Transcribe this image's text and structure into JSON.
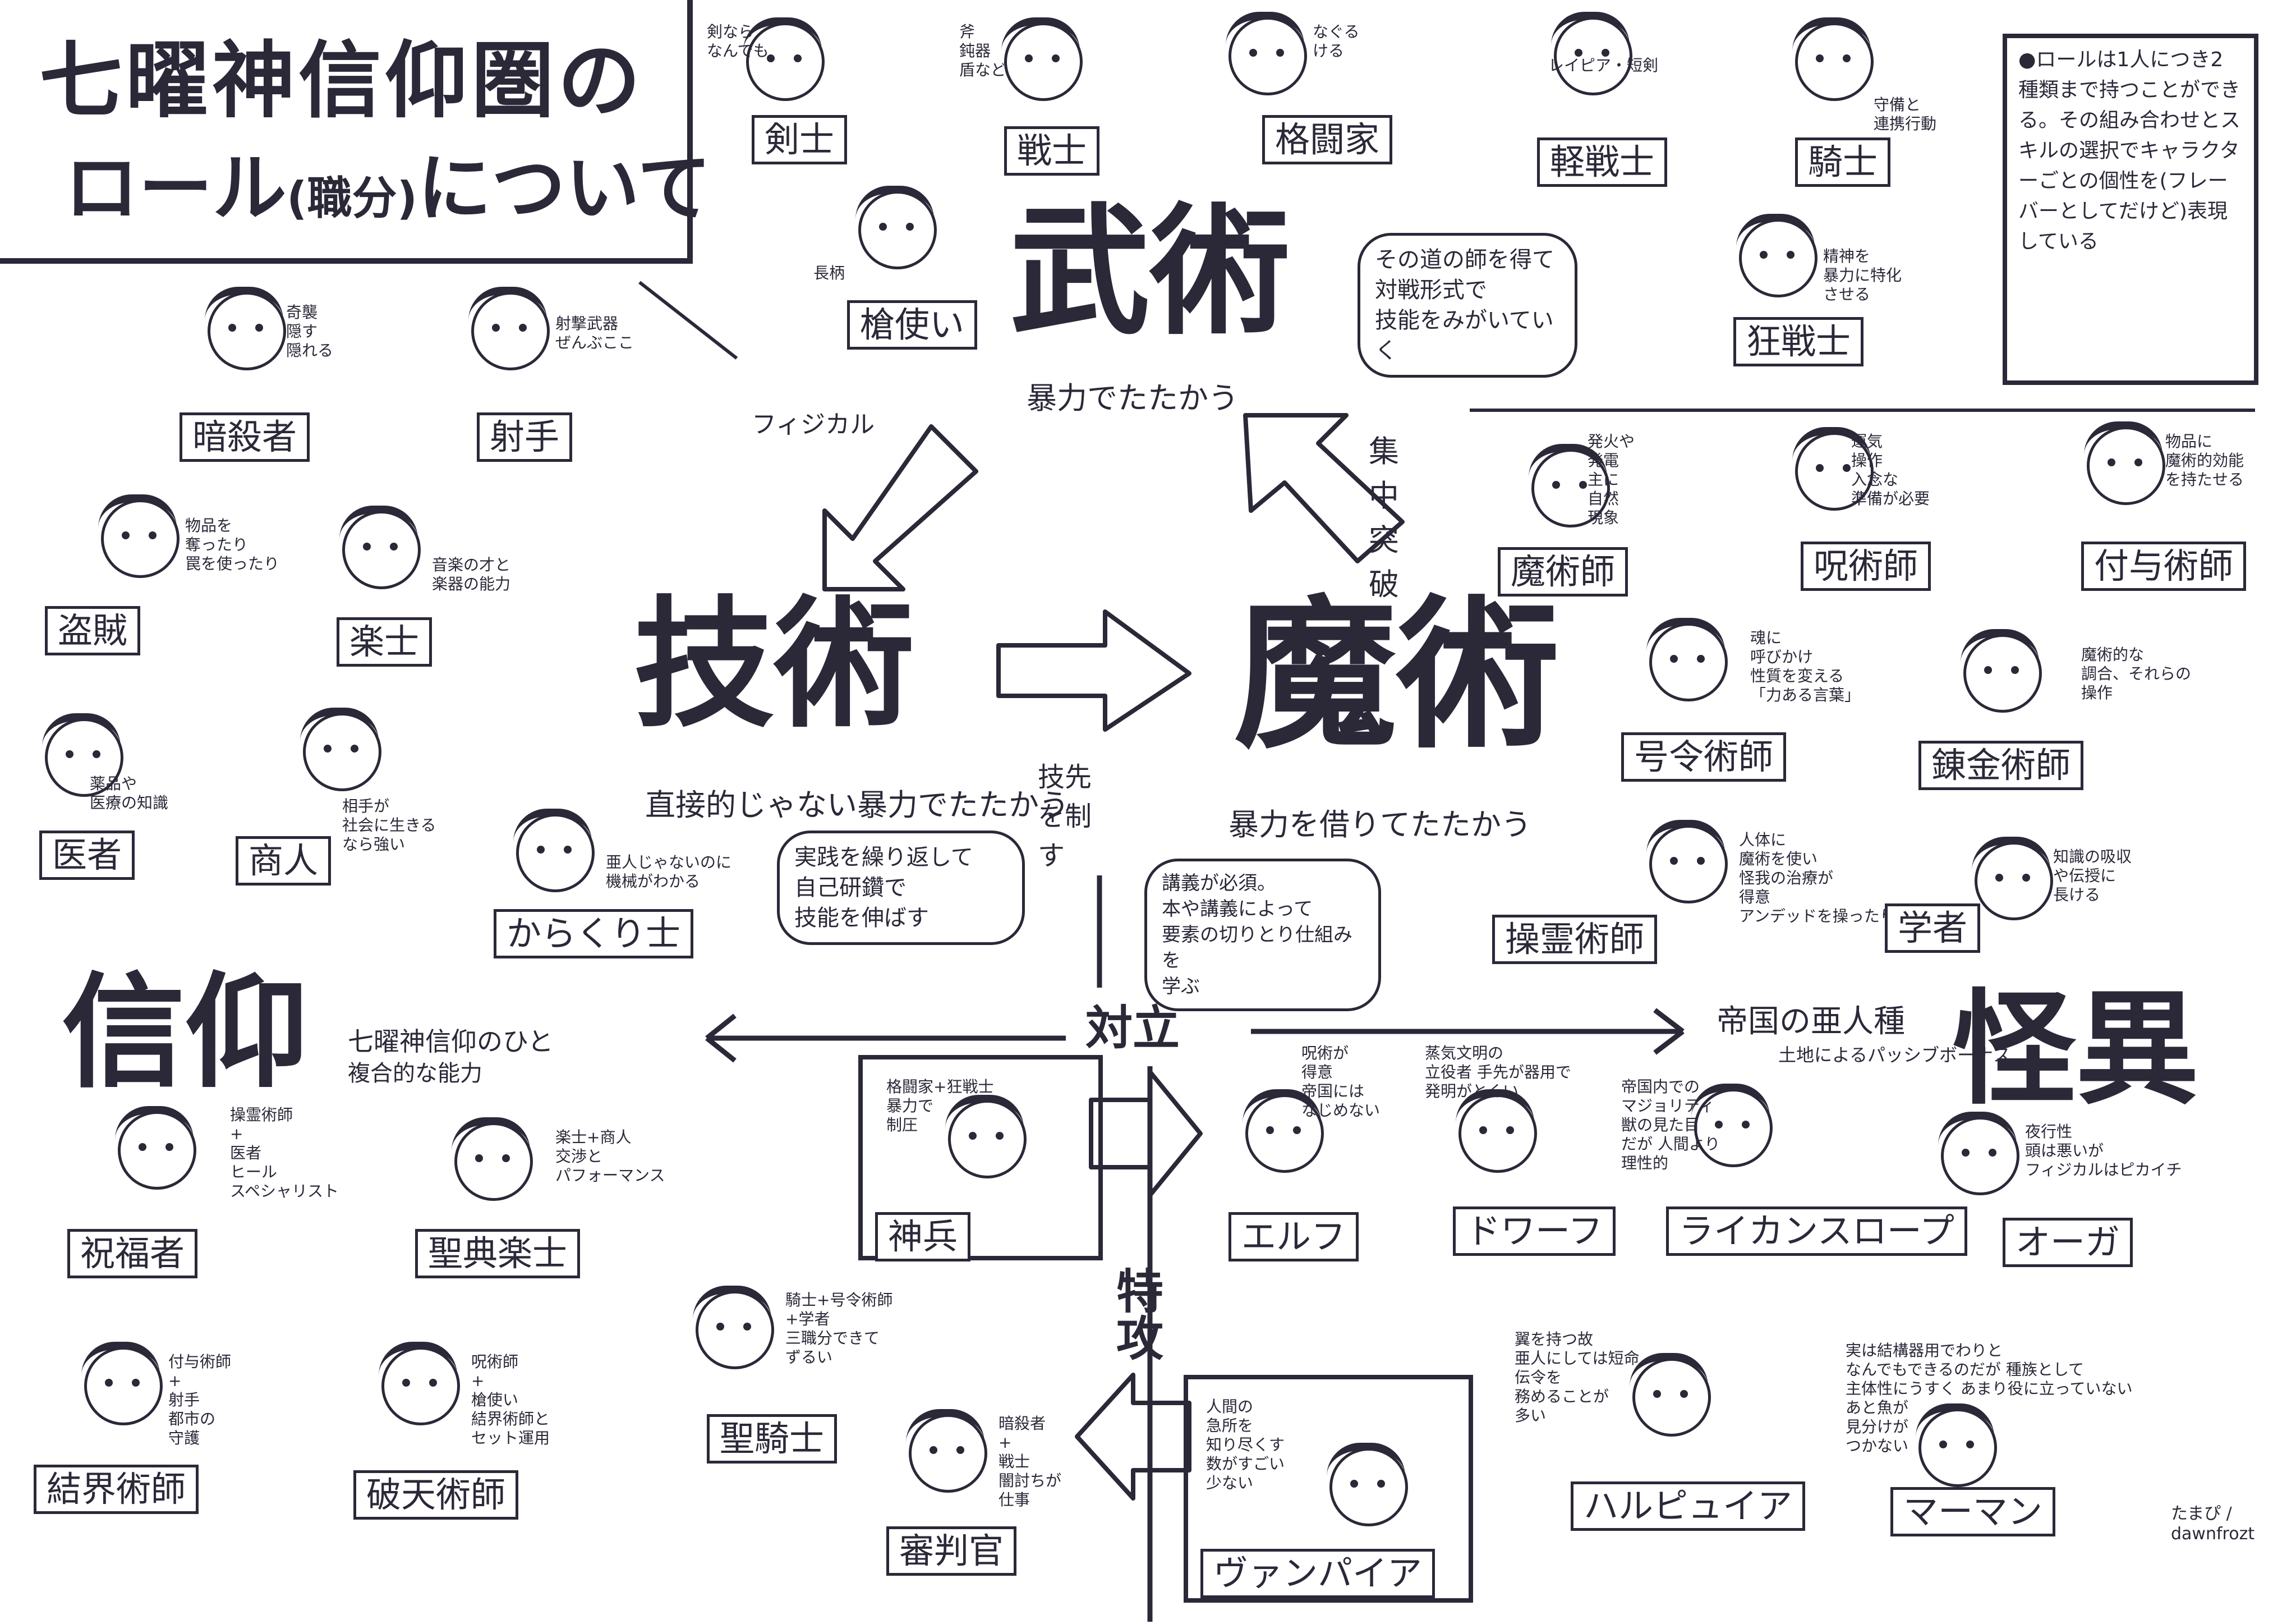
{
  "title": {
    "line1": "七曜神信仰圏の",
    "line2": "ロール",
    "line2_paren": "(職分)",
    "line2_tail": "について"
  },
  "note": {
    "text": "●ロールは1人につき2種類まで持つことができる。その組み合わせとスキルの選択でキャラクターごとの個性を(フレーバーとしてだけど)表現している"
  },
  "categories": {
    "bujutsu": {
      "label": "武術",
      "sub": "暴力でたたかう"
    },
    "gijutsu": {
      "label": "技術",
      "sub": "直接的じゃない暴力でたたかう"
    },
    "majutsu": {
      "label": "魔術",
      "sub": "暴力を借りてたたかう"
    },
    "shinko": {
      "label": "信仰",
      "sub1": "七曜神信仰のひと",
      "sub2": "複合的な能力"
    },
    "kaii": {
      "label": "怪異",
      "sub1": "帝国の亜人種",
      "sub2": "土地によるパッシブボーナス"
    }
  },
  "arrows": {
    "physical": "フィジカル",
    "focus": "集中突破",
    "skill_tip": "技先を制す",
    "oppose": "対立",
    "special": "特攻"
  },
  "bubbles": {
    "bujutsu": "その道の師を得て\n対戦形式で\n技能をみがいていく",
    "gijutsu": "実践を繰り返して\n自己研鑽で\n技能を伸ばす",
    "majutsu": "講義が必須。\n本や講義によって\n要素の切りとり仕組みを\n学ぶ"
  },
  "roles": [
    {
      "id": "kenshi",
      "label": "剣士",
      "ann": "剣なら\nなんでも"
    },
    {
      "id": "senshi",
      "label": "戦士",
      "ann": "斧\n鈍器\n盾など"
    },
    {
      "id": "kakutouka",
      "label": "格闘家",
      "ann": "なぐる\nける"
    },
    {
      "id": "keisenshi",
      "label": "軽戦士",
      "ann": "レイピア・短剣"
    },
    {
      "id": "kishi",
      "label": "騎士",
      "ann": "守備と\n連携行動"
    },
    {
      "id": "soushi",
      "label": "槍使い",
      "ann": "長柄"
    },
    {
      "id": "kyousenshi",
      "label": "狂戦士",
      "ann": "精神を\n暴力に特化\nさせる"
    },
    {
      "id": "ansatsusha",
      "label": "暗殺者",
      "ann": "奇襲\n隠す\n隠れる"
    },
    {
      "id": "shashu",
      "label": "射手",
      "ann": "射撃武器\nぜんぶここ"
    },
    {
      "id": "touzoku",
      "label": "盗賊",
      "ann": "物品を\n奪ったり\n罠を使ったり"
    },
    {
      "id": "gakushi",
      "label": "楽士",
      "ann": "音楽の才と\n楽器の能力"
    },
    {
      "id": "isha",
      "label": "医者",
      "ann": "薬品や\n医療の知識"
    },
    {
      "id": "shounin",
      "label": "商人",
      "ann": "相手が\n社会に生きる\nなら強い"
    },
    {
      "id": "karakuri",
      "label": "からくり士",
      "ann": "亜人じゃないのに\n機械がわかる"
    },
    {
      "id": "majutsushi",
      "label": "魔術師",
      "ann": "発火や\n発電\n主に\n自然\n現象"
    },
    {
      "id": "jujutsushi",
      "label": "呪術師",
      "ann": "運気\n操作\n入念な\n準備が必要"
    },
    {
      "id": "fuyojutsushi",
      "label": "付与術師",
      "ann": "物品に\n魔術的効能\nを持たせる"
    },
    {
      "id": "gourei",
      "label": "号令術師",
      "ann": "魂に\n呼びかけ\n性質を変える\n「力ある言葉」"
    },
    {
      "id": "renkin",
      "label": "錬金術師",
      "ann": "魔術的な\n調合、それらの\n操作"
    },
    {
      "id": "sourei",
      "label": "操霊術師",
      "ann": "人体に\n魔術を使い\n怪我の治療が\n得意\nアンデッドを操ったりも"
    },
    {
      "id": "gakusha",
      "label": "学者",
      "ann": "知識の吸収\nや伝授に\n長ける"
    },
    {
      "id": "shukufuku",
      "label": "祝福者",
      "ann": "操霊術師\n+\n医者\nヒール\nスペシャリスト"
    },
    {
      "id": "seiten",
      "label": "聖典楽士",
      "ann": "楽士+商人\n交渉と\nパフォーマンス"
    },
    {
      "id": "kekkai",
      "label": "結界術師",
      "ann": "付与術師\n+\n射手\n都市の\n守護"
    },
    {
      "id": "haten",
      "label": "破天術師",
      "ann": "呪術師\n+\n槍使い\n結界術師と\nセット運用"
    },
    {
      "id": "shinpei",
      "label": "神兵",
      "ann": "格闘家+狂戦士\n暴力で\n制圧"
    },
    {
      "id": "seikishi",
      "label": "聖騎士",
      "ann": "騎士+号令術師\n+学者\n三職分できて\nずるい"
    },
    {
      "id": "shinpankan",
      "label": "審判官",
      "ann": "暗殺者\n+\n戦士\n闇討ちが\n仕事"
    },
    {
      "id": "elf",
      "label": "エルフ",
      "ann": "呪術が\n得意\n帝国には\nなじめない"
    },
    {
      "id": "dwarf",
      "label": "ドワーフ",
      "ann": "蒸気文明の\n立役者 手先が器用で\n発明がとくい"
    },
    {
      "id": "lycan",
      "label": "ライカンスロープ",
      "ann": "帝国内での\nマジョリティ\n獣の見た目\nだが 人間より\n理性的"
    },
    {
      "id": "ogre",
      "label": "オーガ",
      "ann": "夜行性\n頭は悪いが\nフィジカルはピカイチ"
    },
    {
      "id": "vampire",
      "label": "ヴァンパイア",
      "ann": "人間の\n急所を\n知り尽くす\n数がすごい\n少ない"
    },
    {
      "id": "harpy",
      "label": "ハルピュイア",
      "ann": "翼を持つ故\n亜人にしては短命\n伝令を\n務めることが\n多い"
    },
    {
      "id": "merman",
      "label": "マーマン",
      "ann": "実は結構器用でわりと\nなんでもできるのだが 種族として\n主体性にうすく あまり役に立っていない\nあと魚が\n見分けが\nつかない"
    }
  ],
  "signature": "たまぴ / dawnfrozt"
}
